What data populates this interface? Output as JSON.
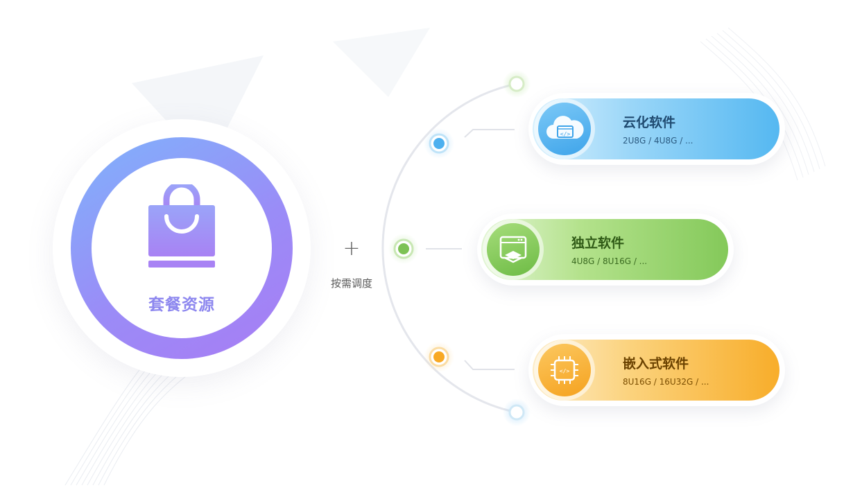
{
  "center": {
    "title": "套餐资源",
    "icon": "shopping-bag-icon"
  },
  "connector": {
    "symbol": "+",
    "label": "按需调度"
  },
  "software": [
    {
      "title": "云化软件",
      "spec": "2U8G / 4U8G / ...",
      "icon": "cloud-code-icon",
      "color": "#5fbdf5"
    },
    {
      "title": "独立软件",
      "spec": "4U8G / 8U16G / ...",
      "icon": "window-layers-icon",
      "color": "#8fd063"
    },
    {
      "title": "嵌入式软件",
      "spec": "8U16G / 16U32G / ...",
      "icon": "chip-code-icon",
      "color": "#fbb934"
    }
  ],
  "colors": {
    "ring_start": "#7fb3fb",
    "ring_end": "#a87cf4",
    "title": "#8d87ef",
    "blue": "#4db0ef",
    "green": "#7dc255",
    "orange": "#f8a924"
  }
}
